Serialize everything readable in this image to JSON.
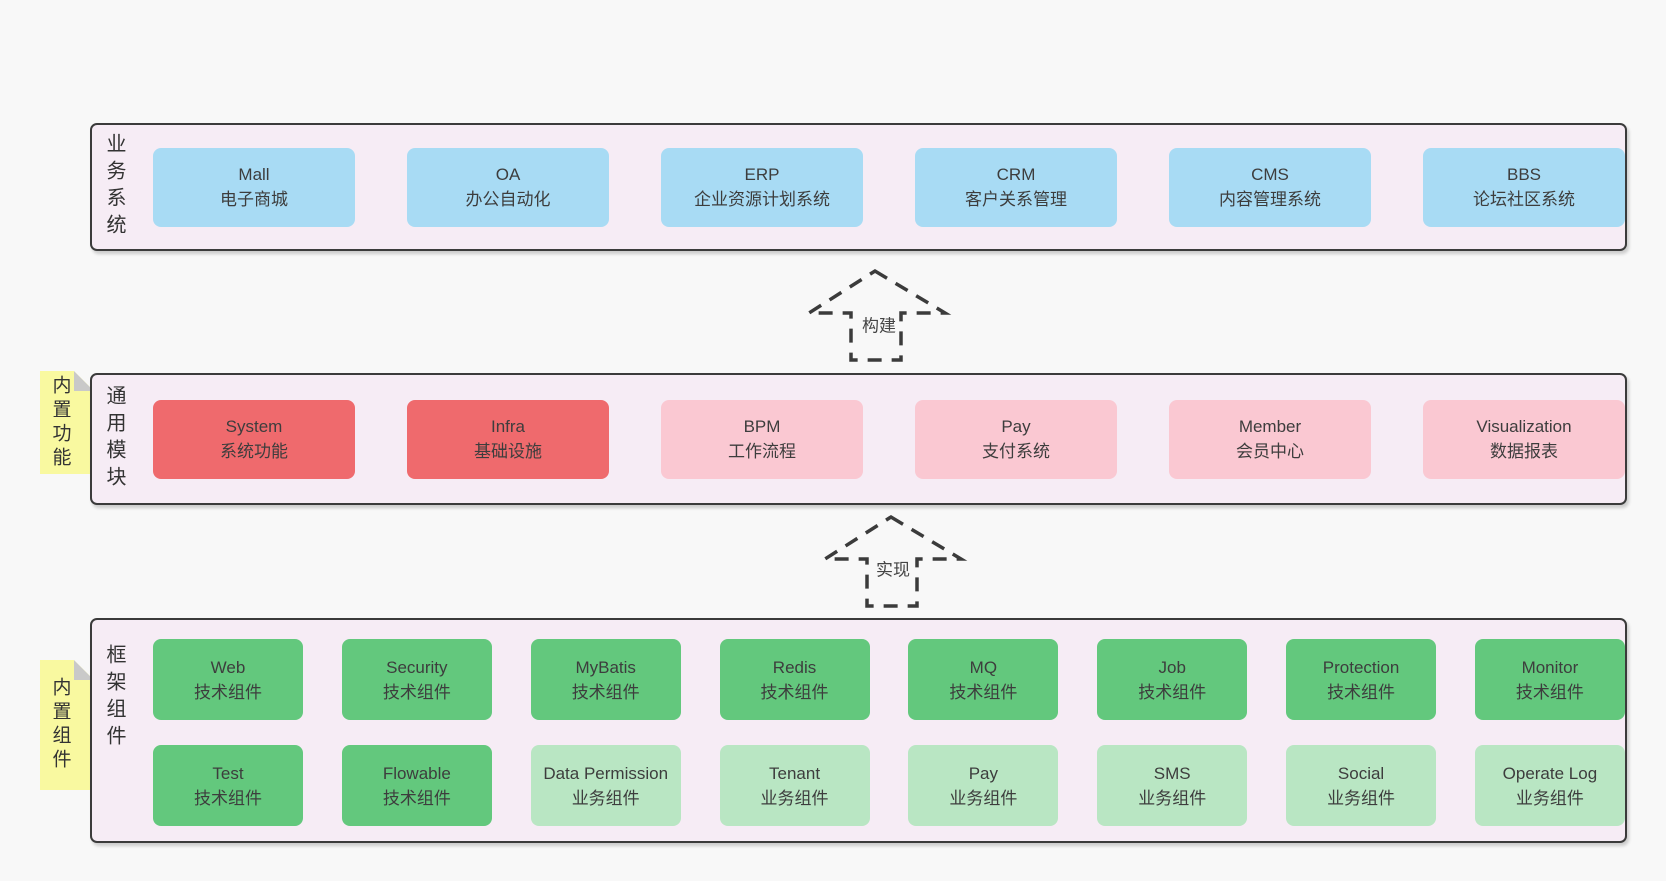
{
  "page": {
    "background": "#f8f8f8"
  },
  "colors": {
    "band_background": "#f6ecf5",
    "band_border": "#3b3b3b",
    "blue_box": "#a8dbf4",
    "red_box": "#ef6a6d",
    "pink_box": "#fac8d2",
    "green_box": "#63c87d",
    "light_green_box": "#b9e6c3",
    "sticky_note": "#f9f9a0",
    "sticky_fold": "#c9c9c9",
    "text": "#3d3d3d"
  },
  "business": {
    "label": "业务系统",
    "boxes": [
      {
        "title": "Mall",
        "subtitle": "电子商城"
      },
      {
        "title": "OA",
        "subtitle": "办公自动化"
      },
      {
        "title": "ERP",
        "subtitle": "企业资源计划系统"
      },
      {
        "title": "CRM",
        "subtitle": "客户关系管理"
      },
      {
        "title": "CMS",
        "subtitle": "内容管理系统"
      },
      {
        "title": "BBS",
        "subtitle": "论坛社区系统"
      }
    ]
  },
  "arrows": {
    "build": "构建",
    "implement": "实现"
  },
  "modules": {
    "label": "通用模块",
    "sticky": "内置功能",
    "boxes": [
      {
        "title": "System",
        "subtitle": "系统功能"
      },
      {
        "title": "Infra",
        "subtitle": "基础设施"
      },
      {
        "title": "BPM",
        "subtitle": "工作流程"
      },
      {
        "title": "Pay",
        "subtitle": "支付系统"
      },
      {
        "title": "Member",
        "subtitle": "会员中心"
      },
      {
        "title": "Visualization",
        "subtitle": "数据报表"
      }
    ]
  },
  "framework": {
    "label": "框架组件",
    "sticky": "内置组件",
    "row1": [
      {
        "title": "Web",
        "subtitle": "技术组件"
      },
      {
        "title": "Security",
        "subtitle": "技术组件"
      },
      {
        "title": "MyBatis",
        "subtitle": "技术组件"
      },
      {
        "title": "Redis",
        "subtitle": "技术组件"
      },
      {
        "title": "MQ",
        "subtitle": "技术组件"
      },
      {
        "title": "Job",
        "subtitle": "技术组件"
      },
      {
        "title": "Protection",
        "subtitle": "技术组件"
      },
      {
        "title": "Monitor",
        "subtitle": "技术组件"
      }
    ],
    "row2": [
      {
        "title": "Test",
        "subtitle": "技术组件"
      },
      {
        "title": "Flowable",
        "subtitle": "技术组件"
      },
      {
        "title": "Data Permission",
        "subtitle": "业务组件"
      },
      {
        "title": "Tenant",
        "subtitle": "业务组件"
      },
      {
        "title": "Pay",
        "subtitle": "业务组件"
      },
      {
        "title": "SMS",
        "subtitle": "业务组件"
      },
      {
        "title": "Social",
        "subtitle": "业务组件"
      },
      {
        "title": "Operate Log",
        "subtitle": "业务组件"
      }
    ]
  }
}
